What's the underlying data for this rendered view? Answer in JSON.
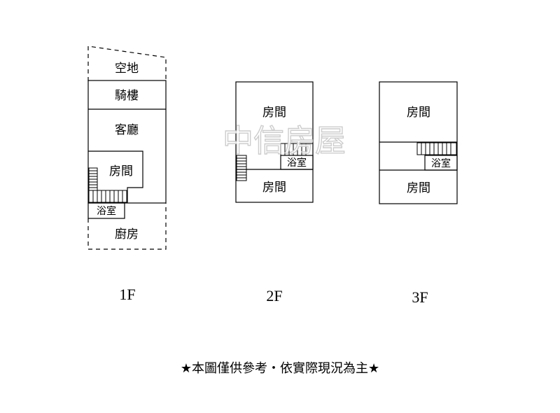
{
  "floors": {
    "f1": {
      "label": "1F",
      "rooms": {
        "open_space": "空地",
        "arcade": "騎樓",
        "living_room": "客廳",
        "bedroom": "房間",
        "bathroom": "浴室",
        "kitchen": "廚房"
      }
    },
    "f2": {
      "label": "2F",
      "rooms": {
        "bedroom_front": "房間",
        "bathroom": "浴室",
        "bedroom_back": "房間"
      }
    },
    "f3": {
      "label": "3F",
      "rooms": {
        "bedroom_front": "房間",
        "bathroom": "浴室",
        "bedroom_back": "房間"
      }
    }
  },
  "watermark": "中信房屋",
  "disclaimer": "★本圖僅供參考・依實際現況為主★"
}
